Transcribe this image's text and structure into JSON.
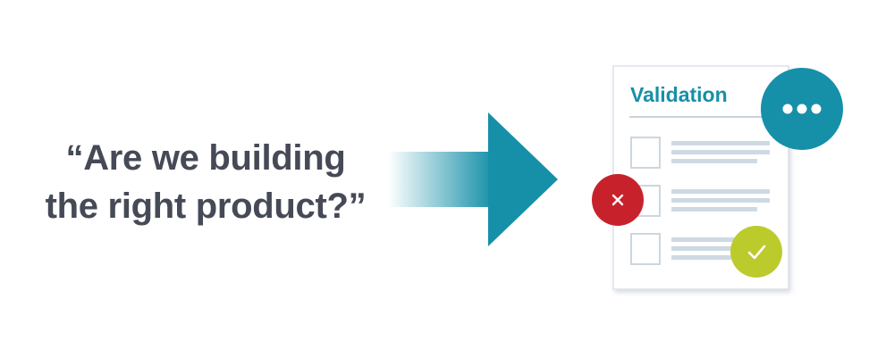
{
  "question": {
    "line1": "“Are we building",
    "line2": "the right product?”"
  },
  "card": {
    "title": "Validation",
    "items": [
      {
        "status": "none"
      },
      {
        "status": "rejected"
      },
      {
        "status": "approved"
      }
    ]
  },
  "icons": {
    "more": "more-dots-icon",
    "reject": "close-icon",
    "approve": "check-icon"
  },
  "colors": {
    "teal": "#1690a8",
    "text_dark": "#454a56",
    "red": "#c7222c",
    "lime": "#bccb2c",
    "line_gray": "#cfd9e3",
    "border_gray": "#d5dde5"
  }
}
